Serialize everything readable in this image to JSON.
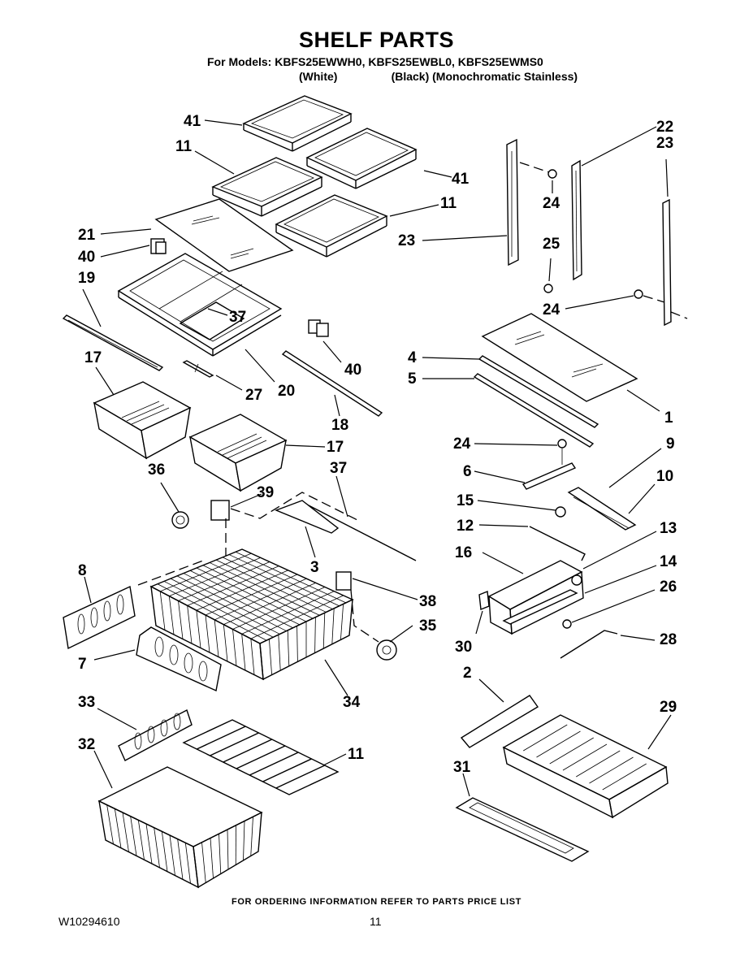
{
  "title": "SHELF PARTS",
  "models_line": "For Models: KBFS25EWWH0, KBFS25EWBL0, KBFS25EWMS0",
  "variants": [
    "(White)",
    "(Black) (Monochromatic Stainless)"
  ],
  "callouts": [
    "41",
    "11",
    "41",
    "11",
    "21",
    "40",
    "19",
    "37",
    "20",
    "27",
    "17",
    "17",
    "18",
    "40",
    "22",
    "23",
    "23",
    "24",
    "25",
    "24",
    "4",
    "5",
    "1",
    "24",
    "9",
    "6",
    "10",
    "15",
    "12",
    "13",
    "16",
    "14",
    "26",
    "30",
    "28",
    "36",
    "39",
    "37",
    "3",
    "8",
    "38",
    "35",
    "7",
    "34",
    "33",
    "32",
    "11",
    "2",
    "29",
    "31"
  ],
  "footer": {
    "ordering_note": "FOR ORDERING INFORMATION REFER TO PARTS PRICE LIST",
    "doc_id": "W10294610",
    "page": "11"
  }
}
